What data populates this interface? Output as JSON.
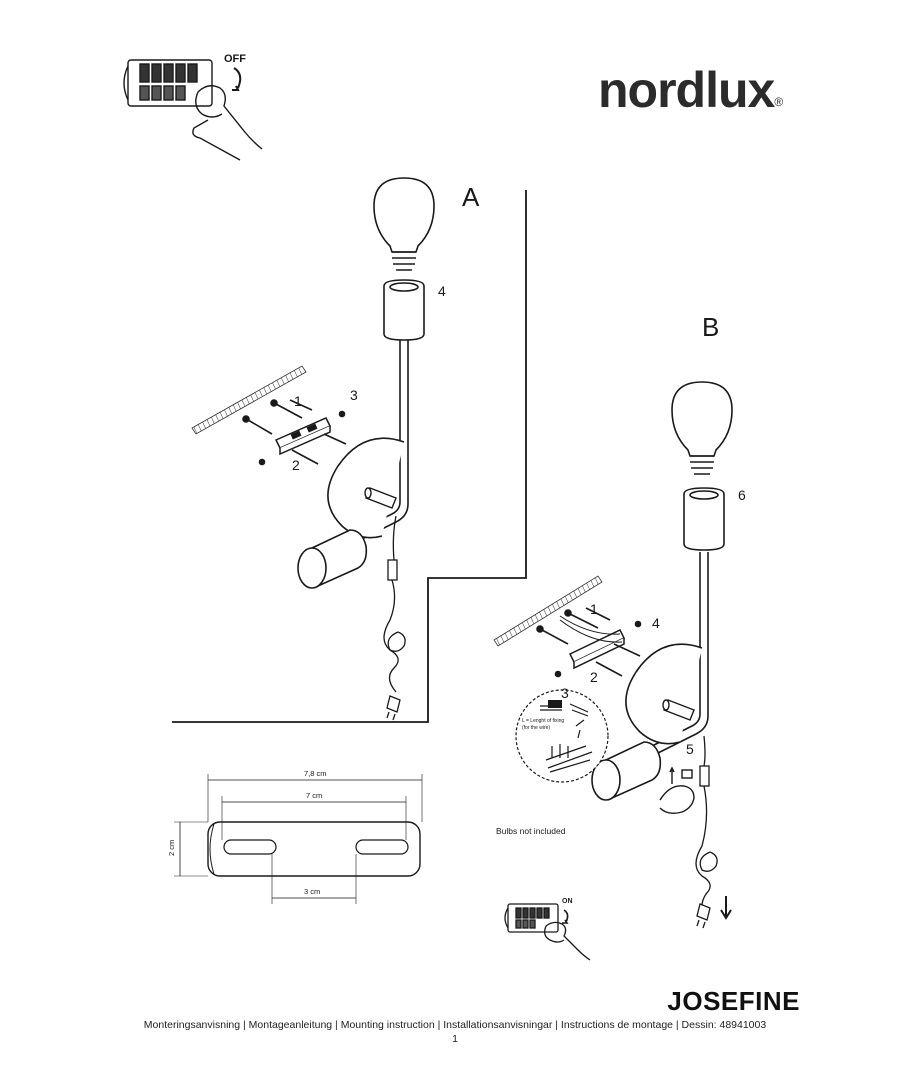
{
  "brand": {
    "name": "nordlux",
    "registered": "®"
  },
  "switch_top": {
    "label": "OFF"
  },
  "switch_bottom": {
    "label": "ON"
  },
  "section_a": {
    "label": "A",
    "callouts": [
      "1",
      "2",
      "3",
      "4"
    ]
  },
  "section_b": {
    "label": "B",
    "callouts": [
      "1",
      "2",
      "3",
      "4",
      "5",
      "6"
    ],
    "detail_note": "L = Lenght of fixing",
    "detail_note2": "(for the wire)"
  },
  "dimensions": {
    "overall_length": "7,8 cm",
    "inner_length": "7 cm",
    "height": "2 cm",
    "slot_spacing": "3 cm"
  },
  "note": "Bulbs not included",
  "product": {
    "name": "JOSEFINE"
  },
  "footer": {
    "line": "Monteringsanvisning | Montageanleitung | Mounting instruction | Installationsanvisningar | Instructions de montage | Dessin: 48941003",
    "page": "1"
  }
}
